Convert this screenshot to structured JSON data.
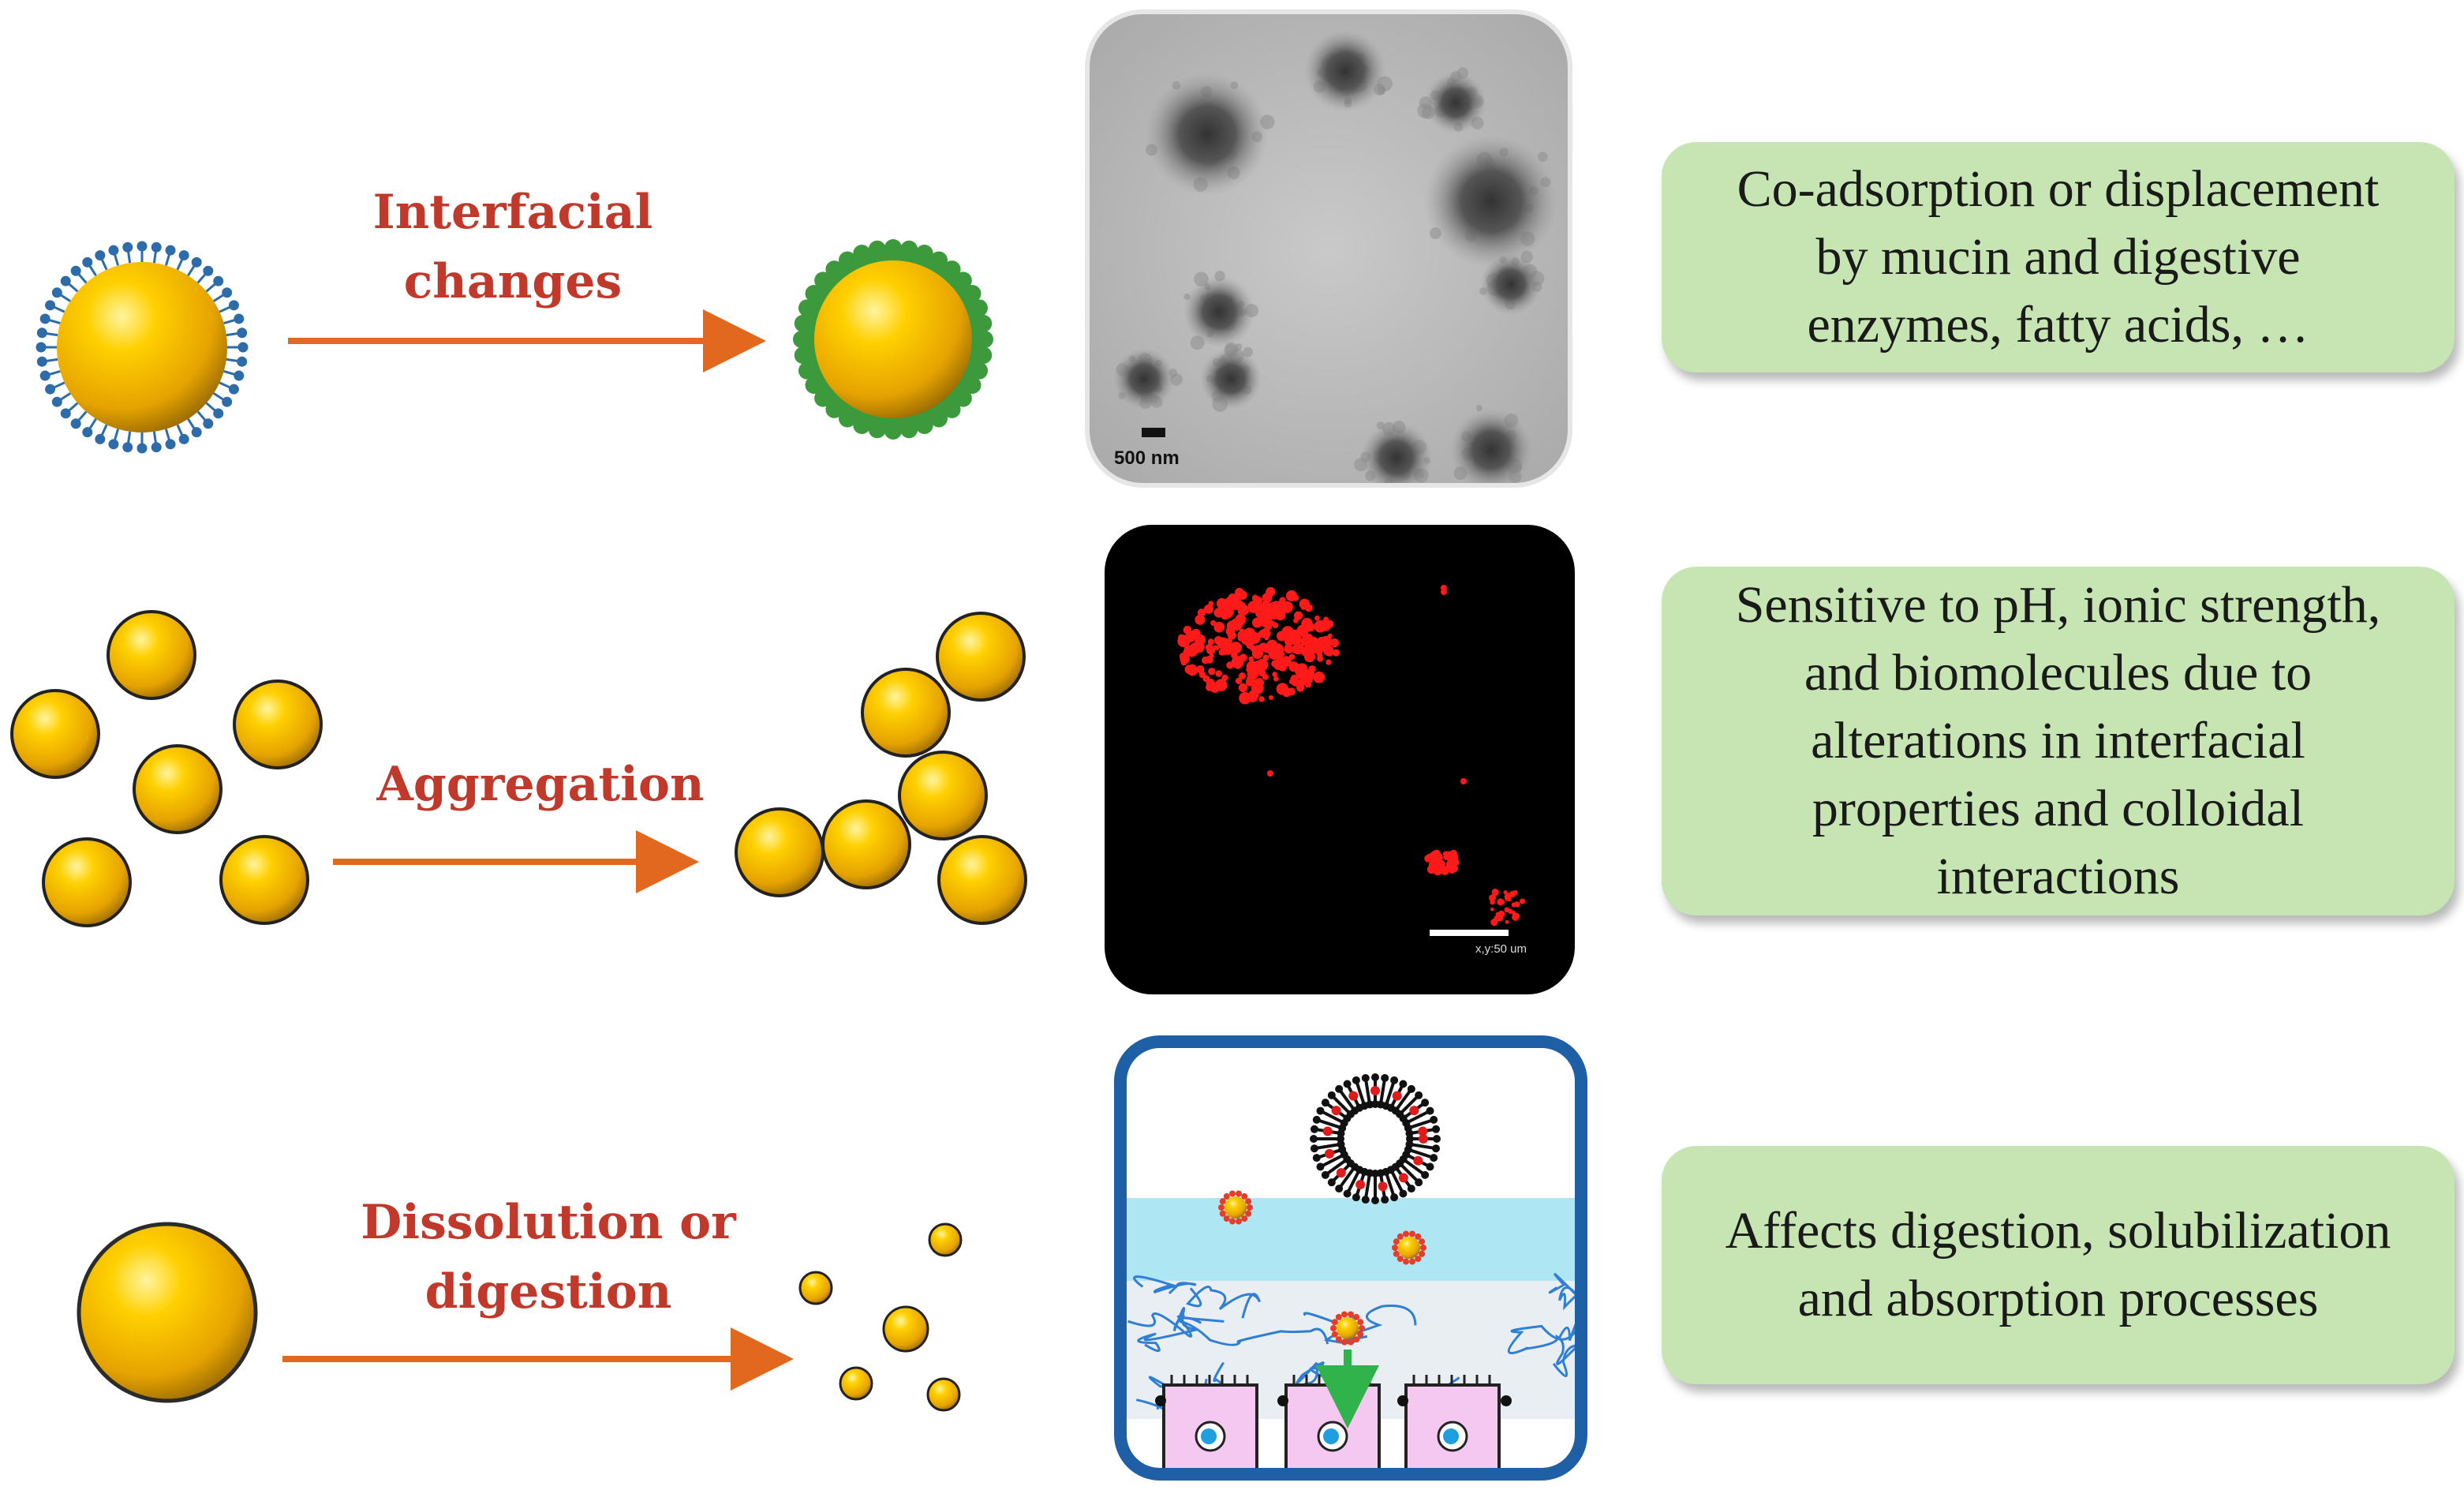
{
  "rows": [
    {
      "process_label": "Interfacial\nchanges",
      "micrograph": {
        "type": "TEM",
        "scale_bar": "500 nm"
      },
      "effect": "Co-adsorption or displacement\nby mucin and digestive\nenzymes, fatty acids, …"
    },
    {
      "process_label": "Aggregation",
      "micrograph": {
        "type": "confocal",
        "scale_bar": "x,y:50 um"
      },
      "effect": "Sensitive to pH, ionic strength,\nand biomolecules due to\nalterations in interfacial\nproperties and colloidal\ninteractions"
    },
    {
      "process_label": "Dissolution or\ndigestion",
      "micrograph": {
        "type": "schematic-gut-epithelium"
      },
      "effect": "Affects digestion, solubilization\nand absorption processes"
    }
  ],
  "colors": {
    "arrow": "#e2671f",
    "label": "#c0392b",
    "particle": "#e6a800",
    "effect_box": "#c6e5b3",
    "surfactant_blue": "#2d6ca8",
    "coating_green": "#3c9a3c",
    "confocal_signal": "#ff1a1a",
    "frame_blue": "#1f5fa6",
    "mucus_layer": "#aee7f3",
    "transport_arrow": "#2fb34a"
  }
}
